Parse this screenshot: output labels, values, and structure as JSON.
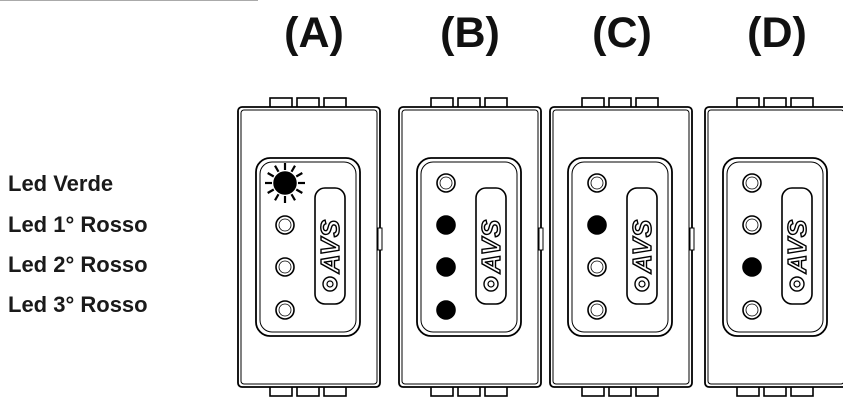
{
  "labels": [
    "Led Verde",
    "Led 1° Rosso",
    "Led 2° Rosso",
    "Led 3° Rosso"
  ],
  "panels": [
    {
      "title": "(A)",
      "leds": [
        "blink",
        "off",
        "off",
        "off"
      ]
    },
    {
      "title": "(B)",
      "leds": [
        "off",
        "on",
        "on",
        "on"
      ]
    },
    {
      "title": "(C)",
      "leds": [
        "off",
        "on",
        "off",
        "off"
      ]
    },
    {
      "title": "(D)",
      "leds": [
        "off",
        "off",
        "on",
        "off"
      ]
    }
  ],
  "logo_text": "AVS",
  "colors": {
    "line": "#000000",
    "led_on": "#000000",
    "led_off": "#ffffff",
    "text": "#111111"
  }
}
